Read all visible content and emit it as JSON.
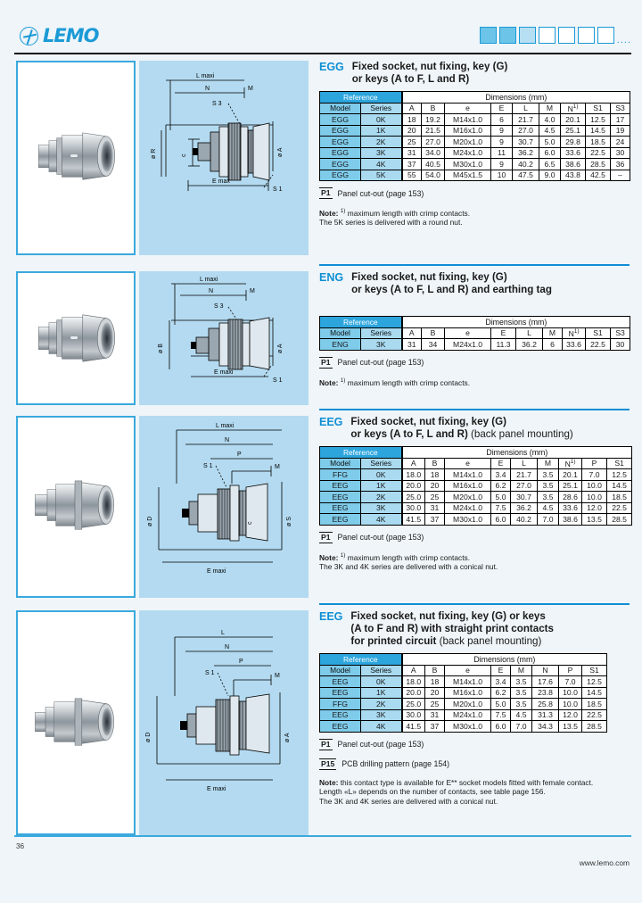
{
  "header": {
    "brand": "LEMO",
    "logo_icon": "lemo-circle-logo-icon",
    "swatch_dots": "...."
  },
  "footer": {
    "page_number": "36",
    "website": "www.lemo.com"
  },
  "sections": [
    {
      "code": "EGG",
      "title_line1": "Fixed socket, nut fixing, key (G)",
      "title_line2": "or keys (A to F, L and R)",
      "title_line2_regular": "",
      "table": {
        "ref_header": "Reference",
        "dim_header": "Dimensions (mm)",
        "sub_model": "Model",
        "sub_series": "Series",
        "columns": [
          "A",
          "B",
          "e",
          "E",
          "L",
          "M",
          "N",
          "S1",
          "S3"
        ],
        "n_superscript": "1)",
        "rows": [
          {
            "model": "EGG",
            "series": "0K",
            "values": [
              "18",
              "19.2",
              "M14x1.0",
              "6",
              "21.7",
              "4.0",
              "20.1",
              "12.5",
              "17"
            ],
            "group_start": true
          },
          {
            "model": "EGG",
            "series": "1K",
            "values": [
              "20",
              "21.5",
              "M16x1.0",
              "9",
              "27.0",
              "4.5",
              "25.1",
              "14.5",
              "19"
            ],
            "group_start": false
          },
          {
            "model": "EGG",
            "series": "2K",
            "values": [
              "25",
              "27.0",
              "M20x1.0",
              "9",
              "30.7",
              "5.0",
              "29.8",
              "18.5",
              "24"
            ],
            "group_start": false
          },
          {
            "model": "EGG",
            "series": "3K",
            "values": [
              "31",
              "34.0",
              "M24x1.0",
              "11",
              "36.2",
              "6.0",
              "33.6",
              "22.5",
              "30"
            ],
            "group_start": true
          },
          {
            "model": "EGG",
            "series": "4K",
            "values": [
              "37",
              "40.5",
              "M30x1.0",
              "9",
              "40.2",
              "6.5",
              "38.6",
              "28.5",
              "36"
            ],
            "group_start": false
          },
          {
            "model": "EGG",
            "series": "5K",
            "values": [
              "55",
              "54.0",
              "M45x1.5",
              "10",
              "47.5",
              "9.0",
              "43.8",
              "42.5",
              "–"
            ],
            "group_start": true
          }
        ]
      },
      "pbox": {
        "tag": "P1",
        "label": "Panel cut-out (page 153)"
      },
      "notes": [
        "Note: 1) maximum length with crimp contacts.",
        "The 5K series is delivered with a round nut."
      ]
    },
    {
      "code": "ENG",
      "title_line1": "Fixed socket, nut fixing, key (G)",
      "title_line2": "or keys (A to F, L and R) and earthing tag",
      "table": {
        "ref_header": "Reference",
        "dim_header": "Dimensions (mm)",
        "sub_model": "Model",
        "sub_series": "Series",
        "columns": [
          "A",
          "B",
          "e",
          "E",
          "L",
          "M",
          "N",
          "S1",
          "S3"
        ],
        "n_superscript": "1)",
        "rows": [
          {
            "model": "ENG",
            "series": "3K",
            "values": [
              "31",
              "34",
              "M24x1.0",
              "11.3",
              "36.2",
              "6",
              "33.6",
              "22.5",
              "30"
            ],
            "group_start": true
          }
        ]
      },
      "pbox": {
        "tag": "P1",
        "label": "Panel cut-out (page 153)"
      },
      "notes": [
        "Note: 1) maximum length with crimp contacts."
      ]
    },
    {
      "code": "EEG",
      "title_line1": "Fixed socket, nut fixing, key (G)",
      "title_line2": "or keys (A to F, L and R)",
      "title_line2_regular": " (back panel mounting)",
      "table": {
        "ref_header": "Reference",
        "dim_header": "Dimensions (mm)",
        "sub_model": "Model",
        "sub_series": "Series",
        "columns": [
          "A",
          "B",
          "e",
          "E",
          "L",
          "M",
          "N",
          "P",
          "S1"
        ],
        "n_superscript": "1)",
        "rows": [
          {
            "model": "FFG",
            "series": "0K",
            "values": [
              "18.0",
              "18",
              "M14x1.0",
              "3.4",
              "21.7",
              "3.5",
              "20.1",
              "7.0",
              "12.5"
            ],
            "group_start": true
          },
          {
            "model": "EEG",
            "series": "1K",
            "values": [
              "20.0",
              "20",
              "M16x1.0",
              "6.2",
              "27.0",
              "3.5",
              "25.1",
              "10.0",
              "14.5"
            ],
            "group_start": true
          },
          {
            "model": "EEG",
            "series": "2K",
            "values": [
              "25.0",
              "25",
              "M20x1.0",
              "5.0",
              "30.7",
              "3.5",
              "28.6",
              "10.0",
              "18.5"
            ],
            "group_start": false
          },
          {
            "model": "EEG",
            "series": "3K",
            "values": [
              "30.0",
              "31",
              "M24x1.0",
              "7.5",
              "36.2",
              "4.5",
              "33.6",
              "12.0",
              "22.5"
            ],
            "group_start": true
          },
          {
            "model": "EEG",
            "series": "4K",
            "values": [
              "41.5",
              "37",
              "M30x1.0",
              "6.0",
              "40.2",
              "7.0",
              "38.6",
              "13.5",
              "28.5"
            ],
            "group_start": true
          }
        ]
      },
      "pbox": {
        "tag": "P1",
        "label": "Panel cut-out (page 153)"
      },
      "notes": [
        "Note: 1) maximum length with crimp contacts.",
        "The 3K and 4K series are delivered with a conical nut."
      ]
    },
    {
      "code": "EEG",
      "title_line1": "Fixed socket, nut fixing, key (G) or keys",
      "title_line2": "(A to F and R) with straight print contacts",
      "title_line3": "for printed circuit",
      "title_line3_regular": " (back panel mounting)",
      "table": {
        "ref_header": "Reference",
        "dim_header": "Dimensions (mm)",
        "sub_model": "Model",
        "sub_series": "Series",
        "columns": [
          "A",
          "B",
          "e",
          "E",
          "M",
          "N",
          "P",
          "S1"
        ],
        "rows": [
          {
            "model": "EEG",
            "series": "0K",
            "values": [
              "18.0",
              "18",
              "M14x1.0",
              "3.4",
              "3.5",
              "17.6",
              "7.0",
              "12.5"
            ],
            "group_start": true
          },
          {
            "model": "EEG",
            "series": "1K",
            "values": [
              "20.0",
              "20",
              "M16x1.0",
              "6.2",
              "3.5",
              "23.8",
              "10.0",
              "14.5"
            ],
            "group_start": true
          },
          {
            "model": "FFG",
            "series": "2K",
            "values": [
              "25.0",
              "25",
              "M20x1.0",
              "5.0",
              "3.5",
              "25.8",
              "10.0",
              "18.5"
            ],
            "group_start": false
          },
          {
            "model": "EEG",
            "series": "3K",
            "values": [
              "30.0",
              "31",
              "M24x1.0",
              "7.5",
              "4.5",
              "31.3",
              "12.0",
              "22.5"
            ],
            "group_start": true
          },
          {
            "model": "EEG",
            "series": "4K",
            "values": [
              "41.5",
              "37",
              "M30x1.0",
              "6.0",
              "7.0",
              "34.3",
              "13.5",
              "28.5"
            ],
            "group_start": false
          }
        ]
      },
      "pbox": {
        "tag": "P1",
        "label": "Panel cut-out (page 153)"
      },
      "pbox2": {
        "tag": "P15",
        "label": "PCB drilling pattern (page 154)"
      },
      "notes": [
        "Note: this contact type is available for E** socket models fitted with female contact.",
        "Length «L» depends on the number of contacts, see table page 156.",
        "The 3K and 4K series are delivered with a conical nut."
      ]
    }
  ],
  "drawings": {
    "labels_1": [
      "L maxi",
      "N",
      "S 3",
      "M",
      "ø R",
      "c",
      "ø A",
      "E max",
      "S 1"
    ],
    "labels_2": [
      "L maxi",
      "N",
      "S 3",
      "M",
      "ø B",
      "ø A",
      "E maxi",
      "S 1"
    ],
    "labels_3": [
      "L maxi",
      "N",
      "P",
      "S 1",
      "M",
      "ø D",
      "ø S",
      "E maxi",
      "c"
    ],
    "labels_4": [
      "L",
      "N",
      "P",
      "S 1",
      "M",
      "ø D",
      "ø A",
      "E maxi"
    ]
  }
}
